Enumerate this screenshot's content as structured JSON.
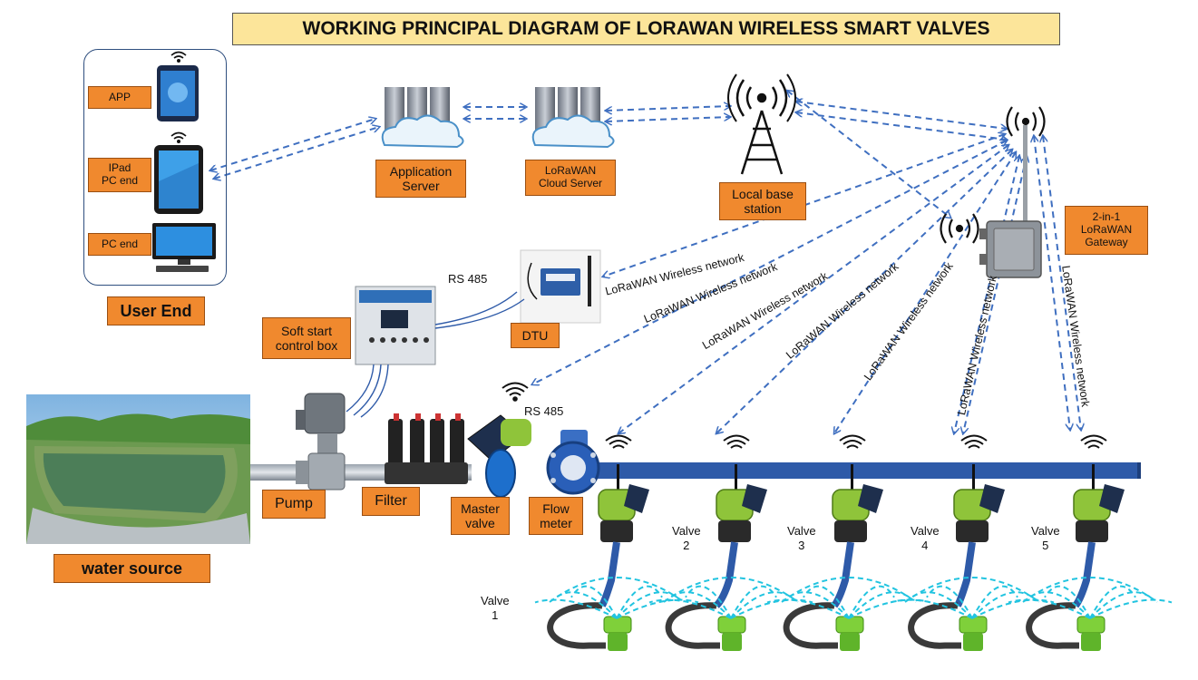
{
  "title": "WORKING PRINCIPAL DIAGRAM OF LORAWAN WIRELESS SMART VALVES",
  "user_end": {
    "app": "APP",
    "ipad": "IPad\nPC end",
    "pc": "PC end",
    "label": "User End"
  },
  "servers": {
    "application": "Application\nServer",
    "cloud": "LoRaWAN\nCloud Server"
  },
  "base_station": "Local base\nstation",
  "gateway": "2-in-1\nLoRaWAN\nGateway",
  "dtu": "DTU",
  "rs485_top": "RS 485",
  "rs485_valve": "RS 485",
  "soft_start": "Soft start\ncontrol box",
  "water_source": "water source",
  "pump": "Pump",
  "filter": "Filter",
  "master_valve": "Master\nvalve",
  "flow_meter": "Flow\nmeter",
  "valves": [
    "Valve\n1",
    "Valve\n2",
    "Valve\n3",
    "Valve\n4",
    "Valve\n5"
  ],
  "network_label": "LoRaWAN Wireless network",
  "colors": {
    "label_orange": "#f0892e",
    "title_yellow": "#fce59a",
    "pipe_blue": "#2e5aa8",
    "link_blue": "#3f6fc0",
    "spray_cyan": "#22c4e0",
    "valve_green": "#8fc43a"
  }
}
